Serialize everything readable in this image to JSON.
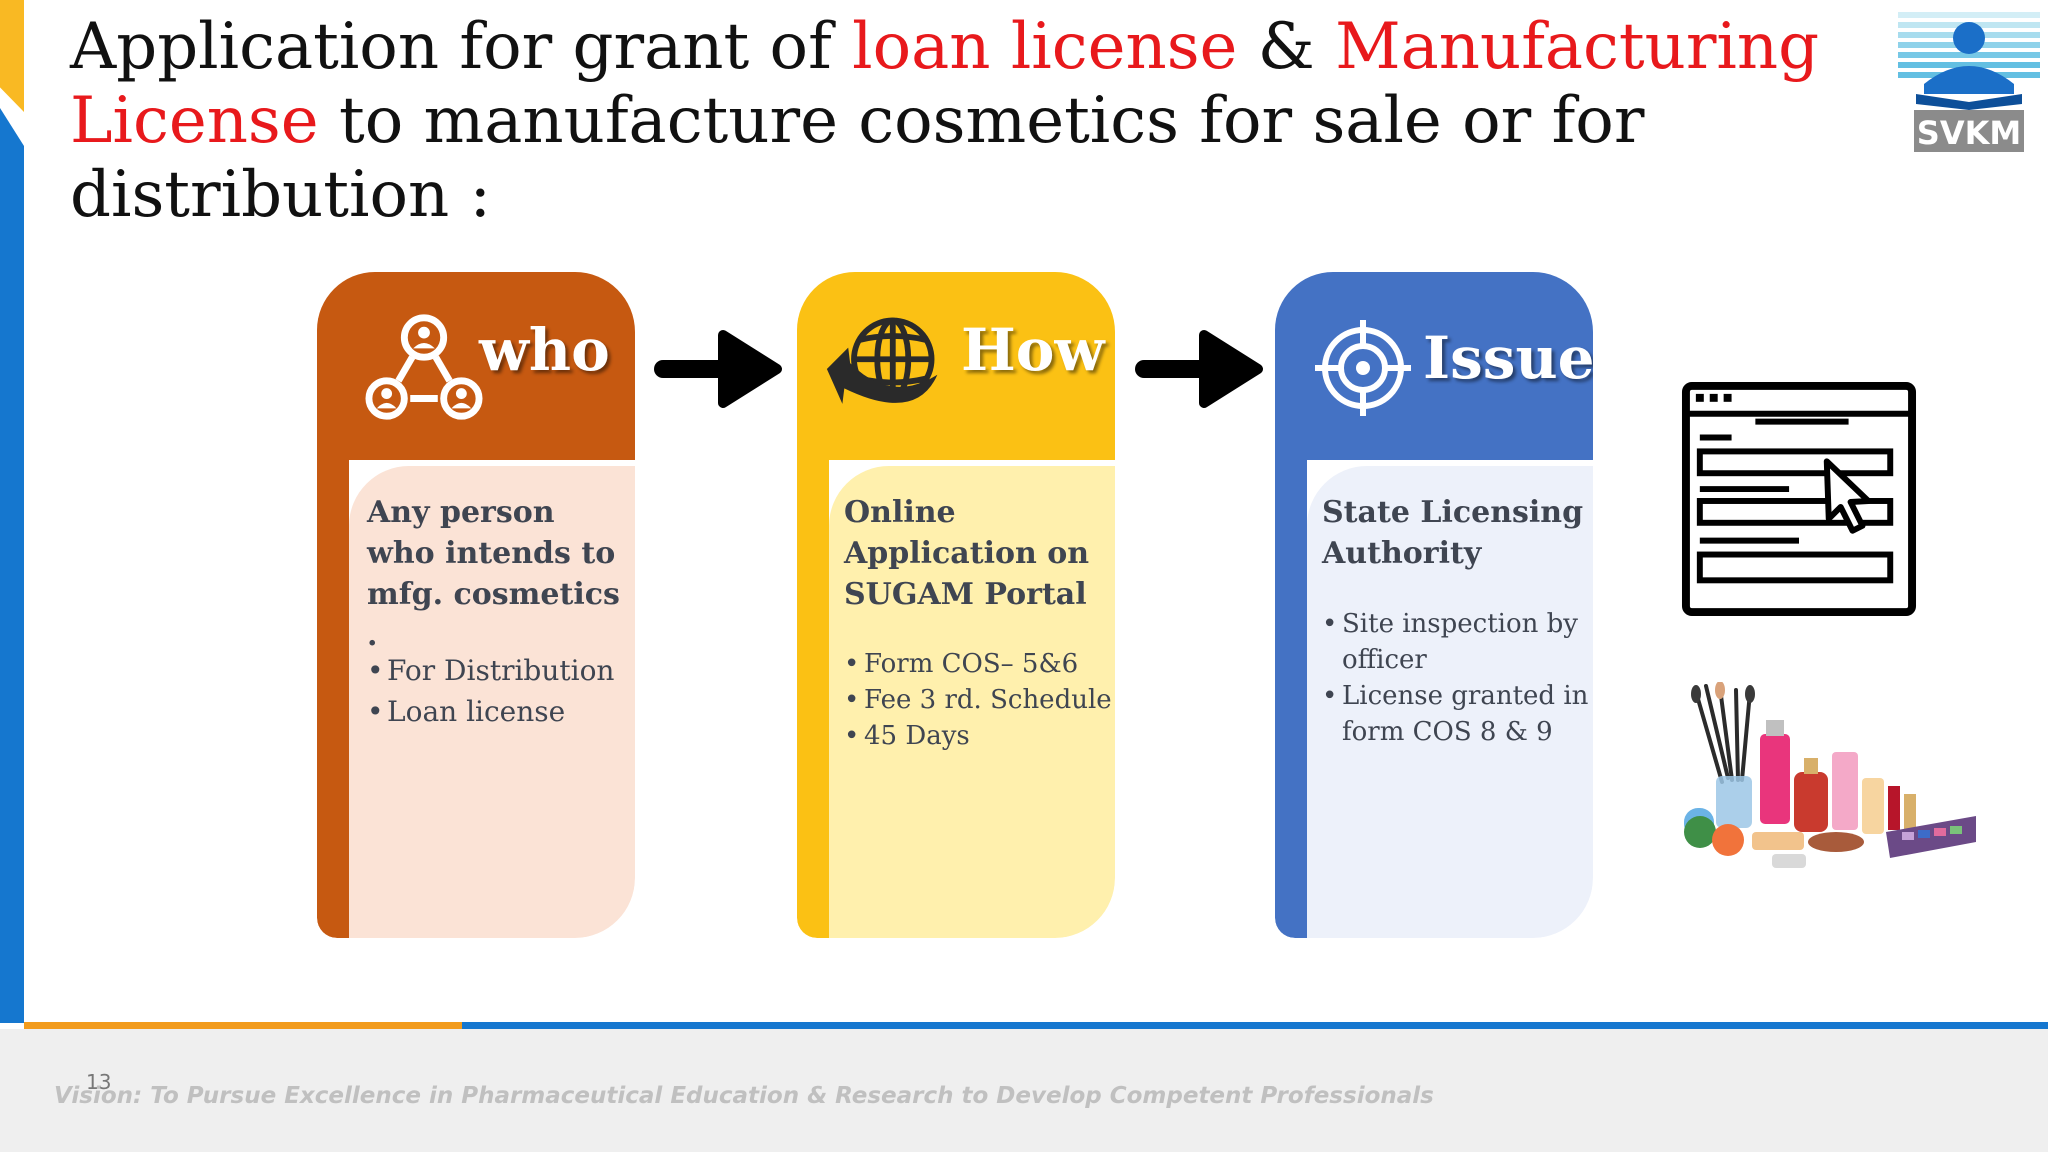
{
  "title": {
    "part1": "Application for grant of ",
    "highlight1": "loan license",
    "part2": " & ",
    "highlight2": "Manufacturing License",
    "part3": " to manufacture cosmetics for sale or for distribution :"
  },
  "logo": {
    "text": "SVKM",
    "icon": "svkm-reader-logo"
  },
  "steps": [
    {
      "title": "who",
      "icon": "people-network-icon",
      "main": "Any person who intends to mfg. cosmetics .",
      "bullets": [
        "For Distribution",
        "Loan license"
      ]
    },
    {
      "title": "How",
      "icon": "globe-arrow-icon",
      "main": "Online Application on SUGAM Portal",
      "bullets": [
        "Form COS– 5&6",
        "Fee 3 rd. Schedule",
        "45 Days"
      ]
    },
    {
      "title": "Issue",
      "icon": "target-icon",
      "main": "State Licensing Authority",
      "bullets": [
        "Site inspection by officer",
        "License granted in form COS 8 & 9"
      ]
    }
  ],
  "colors": {
    "who": "#c65911",
    "how": "#fbc114",
    "issue": "#4472c4",
    "highlight": "#e8191c",
    "accent_blue": "#1577cf",
    "accent_orange": "#f29b1c"
  },
  "footer": {
    "vision": "Vision: To Pursue Excellence in Pharmaceutical Education & Research to Develop Competent Professionals",
    "page_number": "13"
  }
}
